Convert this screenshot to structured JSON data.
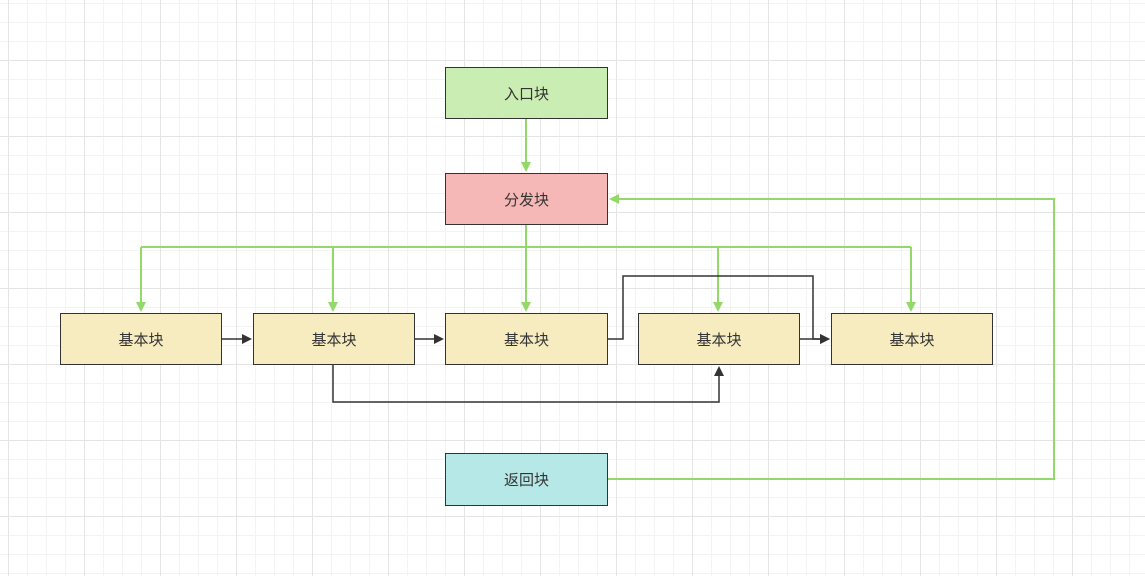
{
  "nodes": {
    "entry": {
      "label": "入口块",
      "fill": "#c9edb2"
    },
    "dispatch": {
      "label": "分发块",
      "fill": "#f5b8b6"
    },
    "basic_1": {
      "label": "基本块",
      "fill": "#f7ecc0"
    },
    "basic_2": {
      "label": "基本块",
      "fill": "#f7ecc0"
    },
    "basic_3": {
      "label": "基本块",
      "fill": "#f7ecc0"
    },
    "basic_4": {
      "label": "基本块",
      "fill": "#f7ecc0"
    },
    "basic_5": {
      "label": "基本块",
      "fill": "#f7ecc0"
    },
    "return": {
      "label": "返回块",
      "fill": "#b7e8e8"
    }
  },
  "colors": {
    "control_flow_edge": "#93d96a",
    "block_edge": "#333333"
  }
}
